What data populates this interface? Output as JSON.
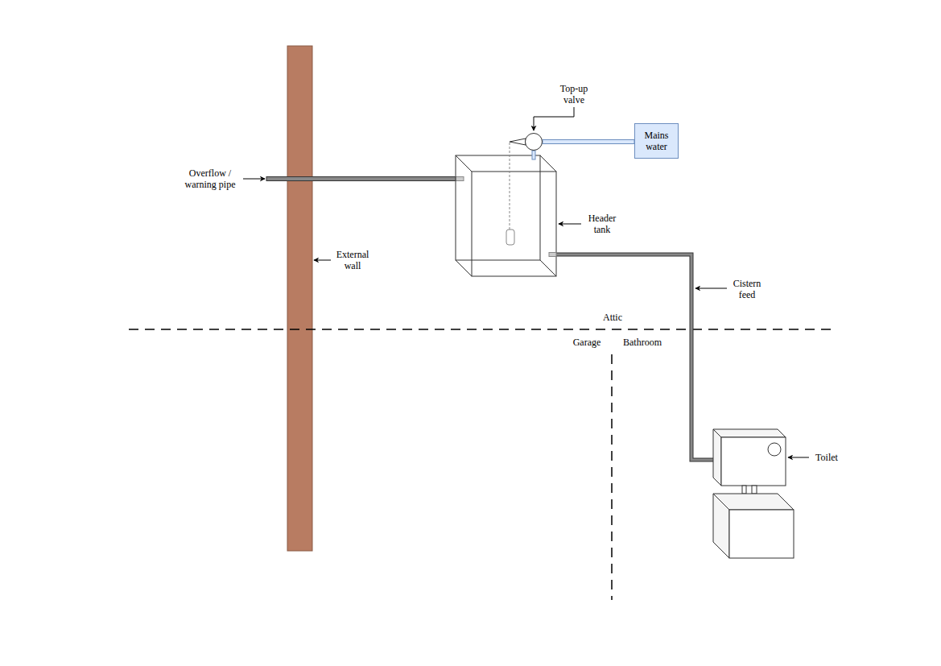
{
  "diagram": {
    "nodes": [
      {
        "text": [
          "Mains water"
        ]
      }
    ],
    "labels": [
      "Top-up valve",
      "Overflow / warning pipe",
      "Header tank",
      "External wall",
      "Cistern feed",
      "Attic",
      "Garage",
      "Bathroom",
      "Toilet"
    ]
  }
}
